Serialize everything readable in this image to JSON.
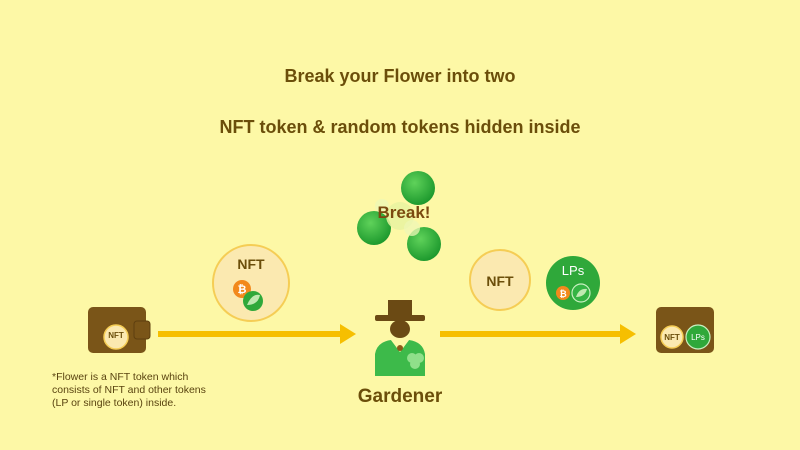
{
  "headline": {
    "line1": "Break your Flower into two",
    "line2": "NFT token & random tokens hidden inside"
  },
  "center": {
    "break_label": "Break!",
    "gardener_label": "Gardener"
  },
  "left_wallet": {
    "badge": "NFT"
  },
  "flower_circle": {
    "label": "NFT"
  },
  "output": {
    "nft_label": "NFT",
    "lps_label": "LPs"
  },
  "right_wallet": {
    "badge_nft": "NFT",
    "badge_lps": "LPs"
  },
  "note": {
    "line1": "*Flower is a NFT token which",
    "line2": "consists of NFT and other tokens",
    "line3": "(LP or single token) inside."
  },
  "colors": {
    "background": "#fdf8a6",
    "text_brown": "#6b4e0a",
    "wallet_brown": "#7a5518",
    "arrow_yellow": "#f6bf00",
    "leaf_green": "#2fa83a",
    "bitcoin_orange": "#f2891c"
  },
  "icons": [
    "wallet-icon",
    "bitcoin-icon",
    "leaf-token-icon",
    "gardener-icon",
    "clover-icon",
    "arrow-right-icon"
  ]
}
